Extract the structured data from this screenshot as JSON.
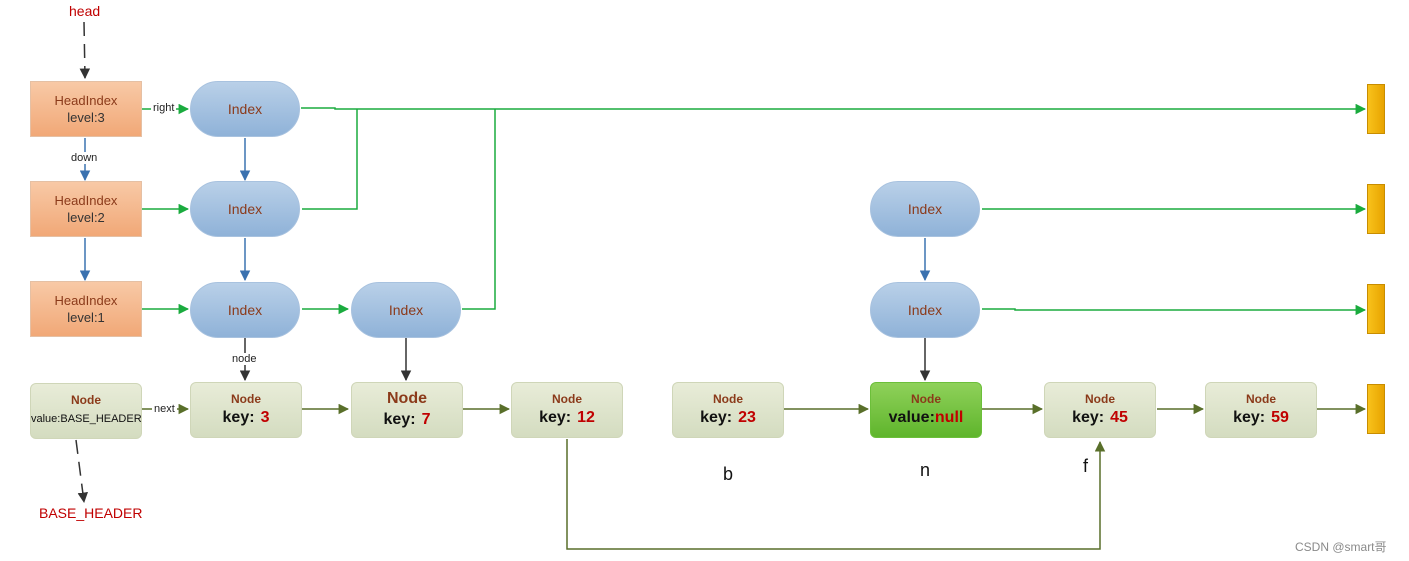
{
  "labels": {
    "head": "head",
    "base_header": "BASE_HEADER",
    "right": "right",
    "down": "down",
    "node": "node",
    "next": "next",
    "b": "b",
    "n": "n",
    "f": "f"
  },
  "head_indexes": [
    {
      "title": "HeadIndex",
      "level": "level:3"
    },
    {
      "title": "HeadIndex",
      "level": "level:2"
    },
    {
      "title": "HeadIndex",
      "level": "level:1"
    }
  ],
  "index_label": "Index",
  "nodes": [
    {
      "title": "Node",
      "key_label": "value:BASE_HEADER",
      "key_value": ""
    },
    {
      "title": "Node",
      "key_label": "key:",
      "key_value": "3"
    },
    {
      "title": "Node",
      "key_label": "key:",
      "key_value": "7"
    },
    {
      "title": "Node",
      "key_label": "key:",
      "key_value": "12"
    },
    {
      "title": "Node",
      "key_label": "key:",
      "key_value": "23"
    },
    {
      "title": "Node",
      "key_label": "value:",
      "key_value": "null"
    },
    {
      "title": "Node",
      "key_label": "key:",
      "key_value": "45"
    },
    {
      "title": "Node",
      "key_label": "key:",
      "key_value": "59"
    }
  ],
  "watermark": "CSDN @smart哥",
  "colors": {
    "index_arrow": "#1aab3e",
    "down_arrow": "#3b72b0",
    "node_arrow": "#596f2a",
    "dashed": "#333333",
    "highlight_node": "#6cbf3a"
  }
}
